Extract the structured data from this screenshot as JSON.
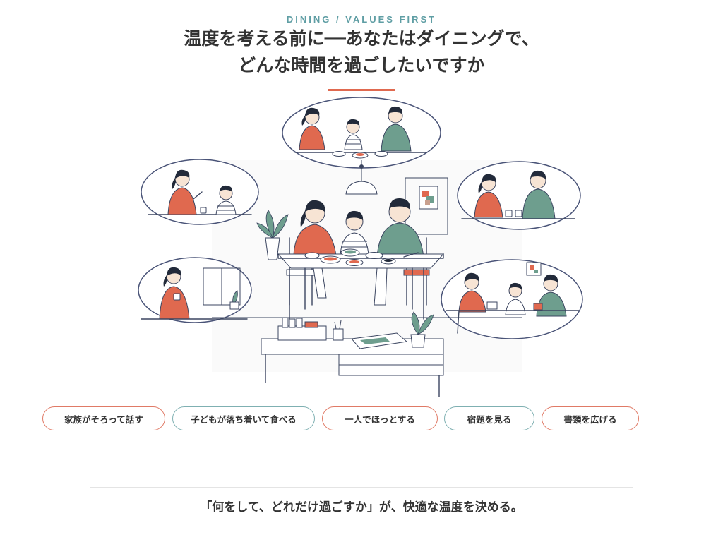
{
  "header": {
    "eyebrow": "DINING / VALUES FIRST",
    "title_line1": "温度を考える前に──あなたはダイニングで、",
    "title_line2": "どんな時間を過ごしたいですか"
  },
  "colors": {
    "accent": "#e0694f",
    "teal": "#5f9ea4",
    "shirt_orange": "#e0694f",
    "shirt_green": "#6e9e8e",
    "line": "#3b4560"
  },
  "chips": [
    {
      "label": "家族がそろって話す",
      "style": "orange"
    },
    {
      "label": "子どもが落ち着いて食べる",
      "style": "teal"
    },
    {
      "label": "一人でほっとする",
      "style": "orange"
    },
    {
      "label": "宿題を見る",
      "style": "teal"
    },
    {
      "label": "書類を広げる",
      "style": "orange"
    }
  ],
  "footer": {
    "text": "「何をして、どれだけ過ごすか」が、快適な温度を決める。"
  }
}
